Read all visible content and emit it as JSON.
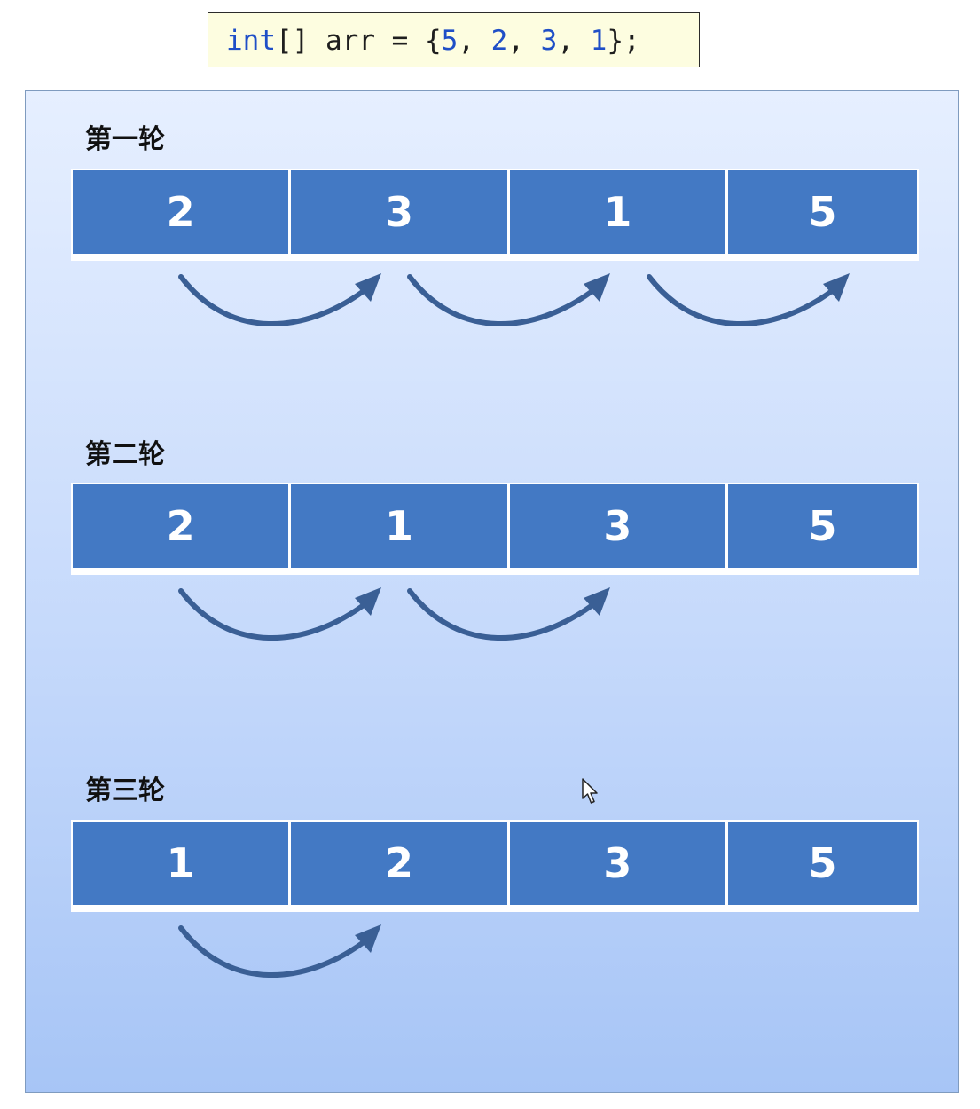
{
  "code": {
    "type_keyword": "int",
    "rest_prefix": "[] arr = {",
    "values": [
      "5",
      "2",
      "3",
      "1"
    ],
    "suffix": "};"
  },
  "rounds": [
    {
      "label": "第一轮",
      "cells": [
        "2",
        "3",
        "1",
        "5"
      ],
      "comparisons": 3
    },
    {
      "label": "第二轮",
      "cells": [
        "2",
        "1",
        "3",
        "5"
      ],
      "comparisons": 2
    },
    {
      "label": "第三轮",
      "cells": [
        "1",
        "2",
        "3",
        "5"
      ],
      "comparisons": 1
    }
  ],
  "colors": {
    "cell_fill": "#4379c4",
    "arrow": "#3a5f95",
    "keyword": "#1f4fc7"
  },
  "icons": {
    "cursor": "mouse-pointer-icon",
    "arrow": "curved-arrow-icon"
  }
}
